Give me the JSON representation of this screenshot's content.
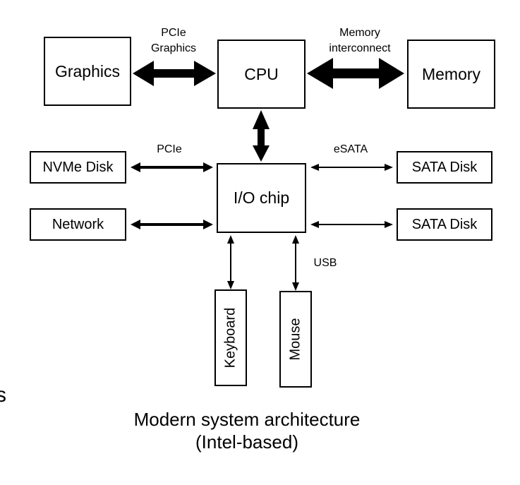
{
  "diagram": {
    "nodes": {
      "graphics": "Graphics",
      "cpu": "CPU",
      "memory": "Memory",
      "nvme_disk": "NVMe Disk",
      "network": "Network",
      "io_chip": "I/O chip",
      "sata_disk_1": "SATA Disk",
      "sata_disk_2": "SATA Disk",
      "keyboard": "Keyboard",
      "mouse": "Mouse"
    },
    "edge_labels": {
      "pcie_graphics_line1": "PCIe",
      "pcie_graphics_line2": "Graphics",
      "memory_interconnect_line1": "Memory",
      "memory_interconnect_line2": "interconnect",
      "pcie": "PCIe",
      "esata": "eSATA",
      "usb": "USB"
    },
    "edges": [
      {
        "from": "graphics",
        "to": "cpu",
        "label": "PCIe Graphics",
        "weight": "thick"
      },
      {
        "from": "cpu",
        "to": "memory",
        "label": "Memory interconnect",
        "weight": "thick"
      },
      {
        "from": "cpu",
        "to": "io_chip",
        "label": "",
        "weight": "thick"
      },
      {
        "from": "nvme_disk",
        "to": "io_chip",
        "label": "PCIe",
        "weight": "medium"
      },
      {
        "from": "network",
        "to": "io_chip",
        "label": "",
        "weight": "medium"
      },
      {
        "from": "io_chip",
        "to": "sata_disk_1",
        "label": "eSATA",
        "weight": "thin"
      },
      {
        "from": "io_chip",
        "to": "sata_disk_2",
        "label": "",
        "weight": "thin"
      },
      {
        "from": "io_chip",
        "to": "keyboard",
        "label": "",
        "weight": "thin"
      },
      {
        "from": "io_chip",
        "to": "mouse",
        "label": "USB",
        "weight": "thin"
      }
    ],
    "caption_line1": "Modern system architecture",
    "caption_line2": "(Intel-based)",
    "edge_fragment_text": "s"
  }
}
